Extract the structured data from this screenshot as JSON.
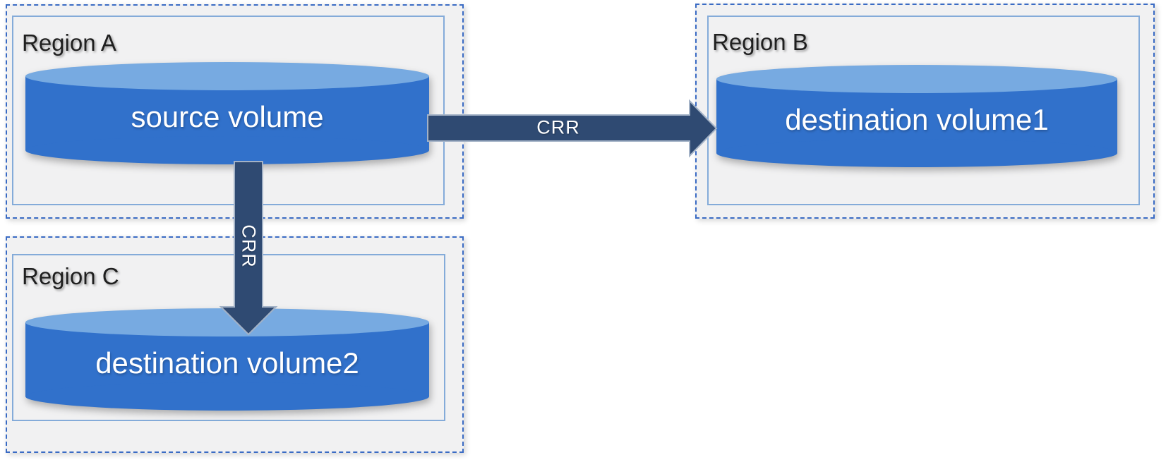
{
  "regions": [
    {
      "label": "Region A"
    },
    {
      "label": "Region B"
    },
    {
      "label": "Region C"
    }
  ],
  "volumes": [
    {
      "label": "source volume",
      "region": "Region A"
    },
    {
      "label": "destination volume1",
      "region": "Region B"
    },
    {
      "label": "destination volume2",
      "region": "Region C"
    }
  ],
  "arrows": [
    {
      "label": "CRR",
      "from": "source volume",
      "to": "destination volume1",
      "direction": "right"
    },
    {
      "label": "CRR",
      "from": "source volume",
      "to": "destination volume2",
      "direction": "down"
    }
  ],
  "colors": {
    "cylinder_body": "#3171cb",
    "cylinder_top": "#77aae1",
    "arrow_fill": "#2f4a72",
    "arrow_outline": "#a3b2c6",
    "region_fill": "#f1f1f2",
    "region_outer_border": "#3a6bc4",
    "region_inner_border": "#84abd9",
    "region_label_text": "#1f1f1f",
    "volume_label_text": "#ffffff",
    "crr_label_text": "#ffffff"
  }
}
